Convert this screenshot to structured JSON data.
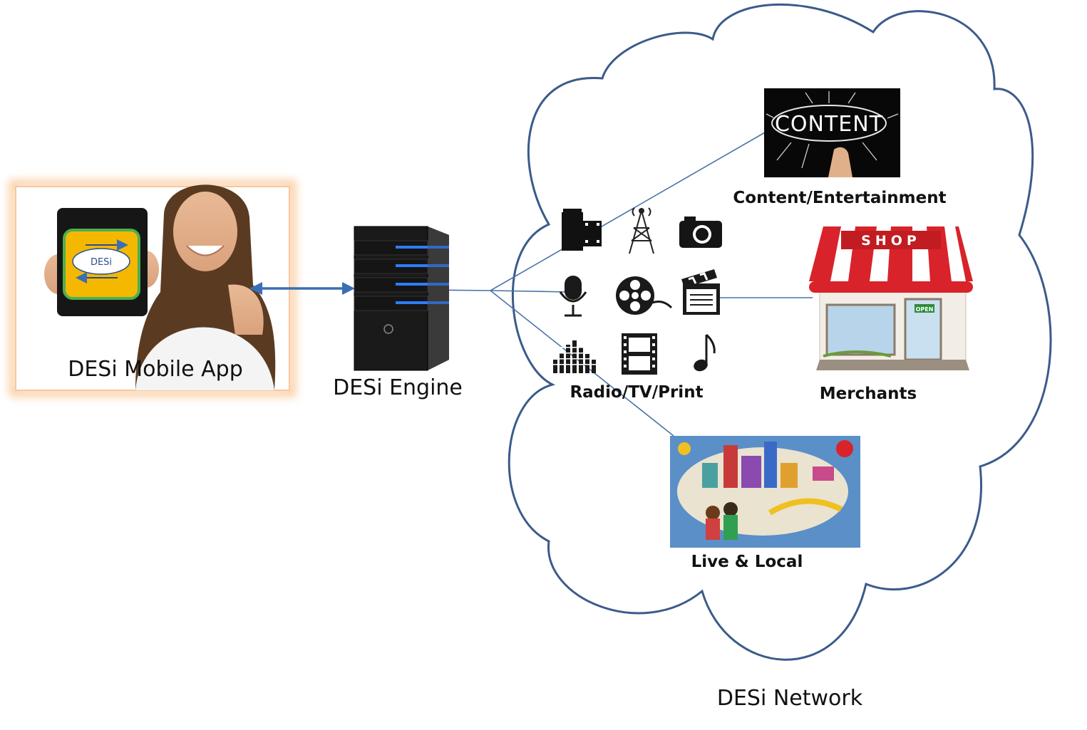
{
  "labels": {
    "mobile_app": "DESi Mobile App",
    "engine": "DESi Engine",
    "network": "DESi Network",
    "content_entertainment": "Content/Entertainment",
    "merchants": "Merchants",
    "radio_tv_print": "Radio/TV/Print",
    "live_local": "Live & Local"
  },
  "image_text": {
    "content": "CONTENT",
    "shop": "SHOP",
    "open": "OPEN",
    "tablet_logo": "DESi"
  },
  "colors": {
    "connector": "#4a74a8",
    "cloud_outline": "#3b5b8a",
    "arrow": "#3a6eb5",
    "app_glow": "#f5a050",
    "tablet_panel": "#f5b800",
    "tablet_border": "#4caf50",
    "awning_red": "#d8232a"
  },
  "media_icons": [
    "film-roll-icon",
    "radio-tower-icon",
    "camera-icon",
    "microphone-icon",
    "film-reel-icon",
    "clapperboard-icon",
    "equalizer-icon",
    "film-strip-icon",
    "music-note-icon"
  ]
}
